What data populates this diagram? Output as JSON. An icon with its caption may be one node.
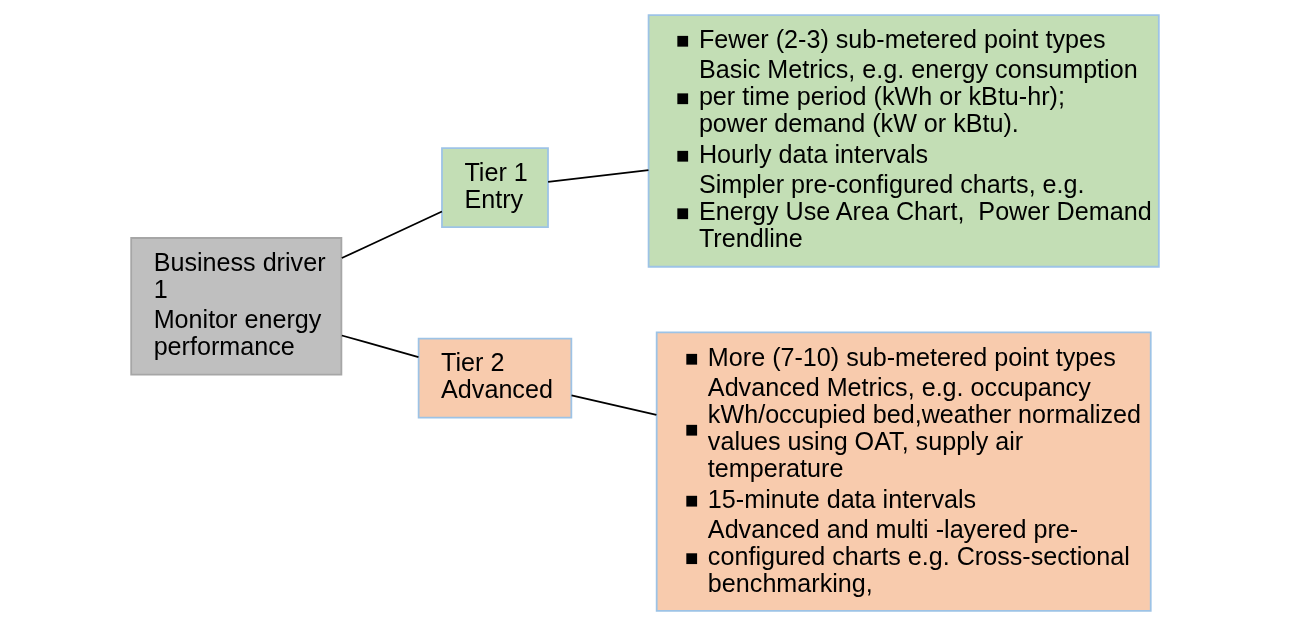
{
  "diagram": {
    "nodes": [
      {
        "text": [
          "Business driver 1",
          "Monitor energy performance"
        ]
      },
      {
        "text": [
          "Tier 1 Entry"
        ]
      },
      {
        "text": [
          "Fewer (2-3) sub-metered point types",
          "Basic Metrics, e.g. energy consumption per time period (kWh or kBtu-hr); power demand (kW or kBtu).",
          "Hourly data intervals",
          "Simpler pre-configured charts, e.g. Energy Use Area Chart,  Power Demand Trendline"
        ]
      },
      {
        "text": [
          "Tier 2 Advanced"
        ]
      },
      {
        "text": [
          "More (7-10) sub-metered point types",
          "Advanced Metrics, e.g. occupancy kWh/occupied bed,weather normalized values using OAT, supply air temperature",
          "15-minute data intervals",
          "Advanced and multi -layered pre-configured charts e.g. Cross-sectional benchmarking,"
        ]
      }
    ],
    "edges": [
      {
        "from": 0,
        "to": 1,
        "arrow": "none"
      },
      {
        "from": 0,
        "to": 3,
        "arrow": "none"
      },
      {
        "from": 1,
        "to": 2,
        "arrow": "none"
      },
      {
        "from": 3,
        "to": 4,
        "arrow": "none"
      }
    ]
  }
}
